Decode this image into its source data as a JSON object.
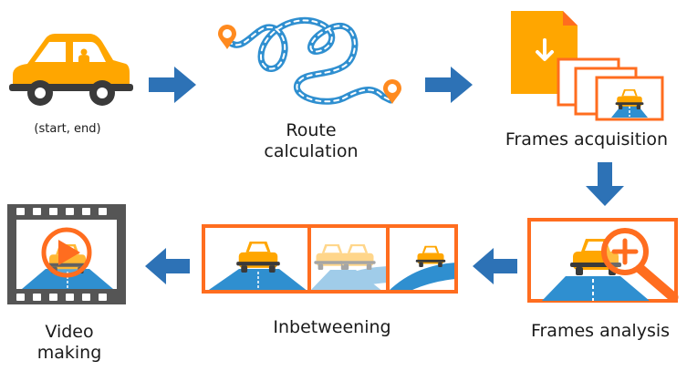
{
  "steps": {
    "start": {
      "caption": "(start, end)"
    },
    "route": {
      "caption": "Route\ncalculation"
    },
    "acquisition": {
      "caption": "Frames acquisition"
    },
    "analysis": {
      "caption": "Frames analysis"
    },
    "inbetweening": {
      "caption": "Inbetweening"
    },
    "video": {
      "caption": "Video\nmaking"
    }
  },
  "icons": [
    "car-icon",
    "route-path-icon",
    "location-pin-icon",
    "file-download-icon",
    "frame-icon",
    "magnifier-plus-icon",
    "film-strip-icon",
    "play-icon",
    "arrow-icon"
  ],
  "colors": {
    "orange": "#ff6d1f",
    "yellow": "#ffa600",
    "road": "#2f8fd0",
    "arrow": "#2d72b6",
    "dark": "#3a3a3a"
  }
}
